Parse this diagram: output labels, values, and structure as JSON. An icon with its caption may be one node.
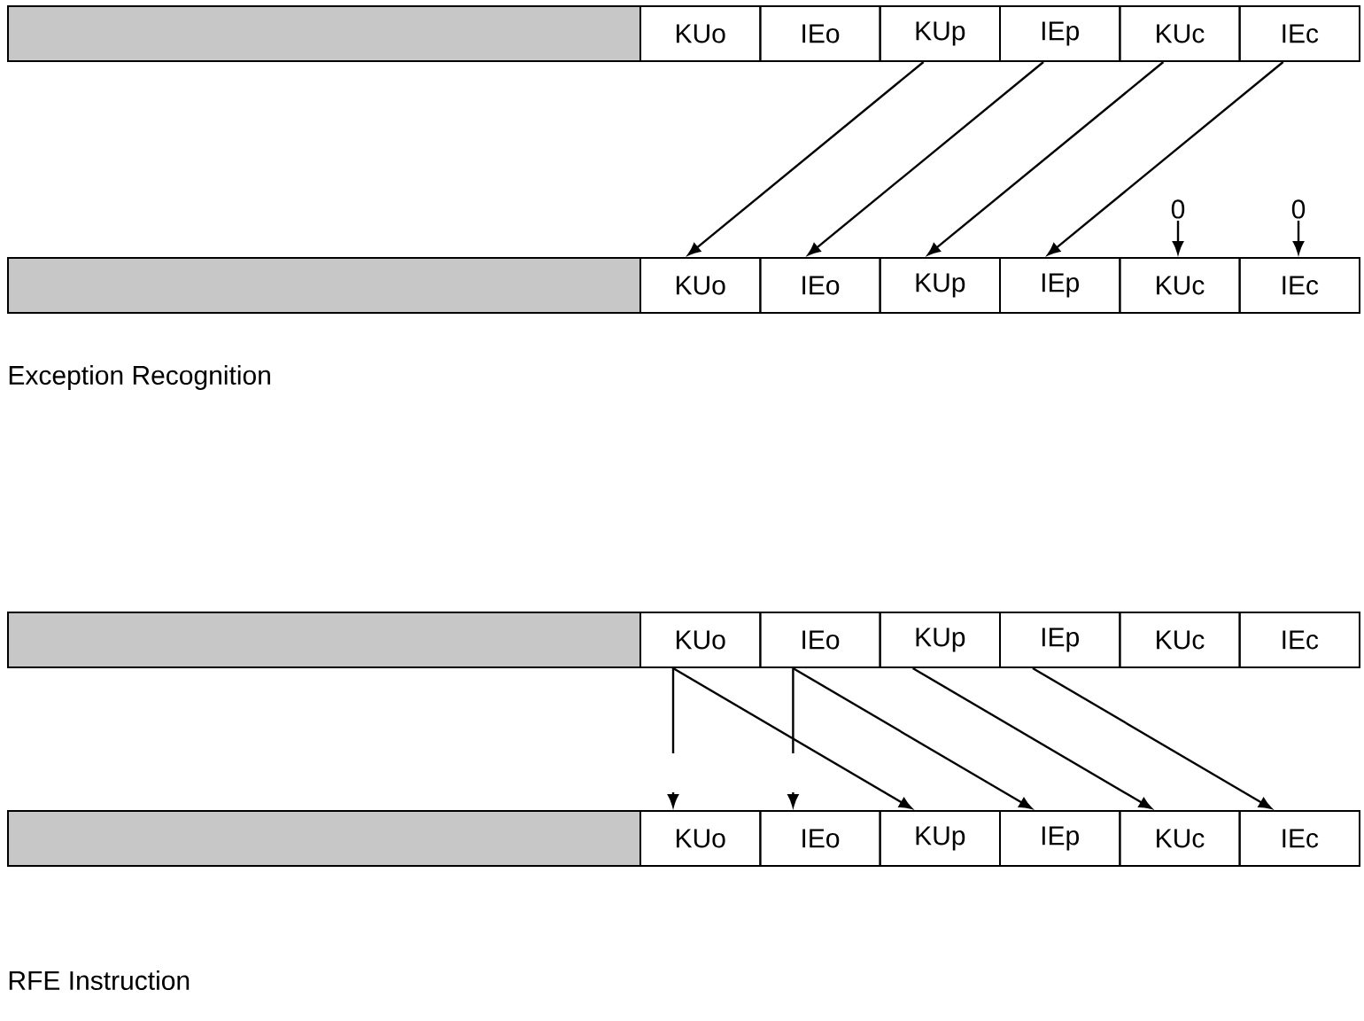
{
  "diagram": {
    "nodes": [
      {
        "text": [],
        "shape": "box"
      },
      {
        "text": [
          "KUo"
        ]
      },
      {
        "text": [
          "IEo"
        ]
      },
      {
        "text": [
          "KUp"
        ]
      },
      {
        "text": [
          "IEp"
        ]
      },
      {
        "text": [
          "KUc"
        ]
      },
      {
        "text": [
          "IEc"
        ]
      },
      {
        "text": [
          "0"
        ]
      },
      {
        "text": [
          "0"
        ]
      },
      {
        "text": [],
        "shape": "box"
      },
      {
        "text": [
          "KUo"
        ]
      },
      {
        "text": [
          "IEo"
        ]
      },
      {
        "text": [
          "KUp"
        ]
      },
      {
        "text": [
          "IEp"
        ]
      },
      {
        "text": [
          "KUc"
        ]
      },
      {
        "text": [
          "IEc"
        ]
      },
      {
        "text": [],
        "shape": "box"
      },
      {
        "text": [
          "KUo"
        ]
      },
      {
        "text": [
          "IEo"
        ]
      },
      {
        "text": [
          "KUp"
        ]
      },
      {
        "text": [
          "IEp"
        ]
      },
      {
        "text": [
          "KUc"
        ]
      },
      {
        "text": [
          "IEc"
        ]
      },
      {
        "text": [],
        "shape": "box"
      },
      {
        "text": [
          "KUo"
        ]
      },
      {
        "text": [
          "IEo"
        ]
      },
      {
        "text": [
          "KUp"
        ]
      },
      {
        "text": [
          "IEp"
        ]
      },
      {
        "text": [
          "KUc"
        ]
      },
      {
        "text": [
          "IEc"
        ]
      }
    ],
    "edges": [
      {
        "from": 3,
        "to": 10,
        "arrow": "to"
      },
      {
        "from": 4,
        "to": 11,
        "arrow": "to"
      },
      {
        "from": 5,
        "to": 12,
        "arrow": "to"
      },
      {
        "from": 6,
        "to": 13,
        "arrow": "to"
      },
      {
        "from": 7,
        "to": 14,
        "arrow": "to"
      },
      {
        "from": 8,
        "to": 15,
        "arrow": "to"
      },
      {
        "from": 17,
        "to": 24,
        "arrow": "to",
        "style": "dashed"
      },
      {
        "from": 18,
        "to": 25,
        "arrow": "to",
        "style": "dashed"
      },
      {
        "from": 17,
        "to": 26,
        "arrow": "to"
      },
      {
        "from": 18,
        "to": 27,
        "arrow": "to"
      },
      {
        "from": 19,
        "to": 28,
        "arrow": "to"
      },
      {
        "from": 20,
        "to": 29,
        "arrow": "to"
      }
    ],
    "labels": [
      "Exception Recognition",
      "RFE Instruction"
    ]
  }
}
